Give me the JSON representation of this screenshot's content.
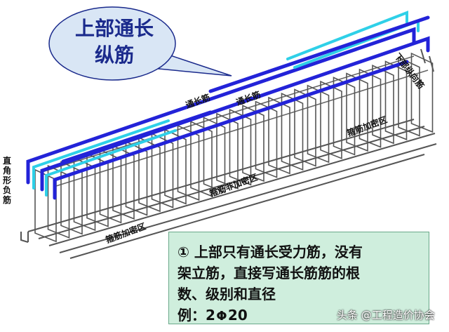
{
  "callout": {
    "line1": "上部通长",
    "line2": "纵筋"
  },
  "labels": {
    "top_through_1": "通长筋",
    "top_through_2": "通长筋",
    "bottom_longitudinal": "下部纵向筋",
    "right_angle_neg": "直角形负筋",
    "stirrup_dense_left": "箍筋加密区",
    "stirrup_nondense": "箍筋非加密区",
    "stirrup_dense_right": "箍筋加密区"
  },
  "note": {
    "line1": "① 上部只有通长受力筋，没有",
    "line2": "架立筋，直接写通长筋筋的根",
    "line3": "数、级别和直径",
    "example_prefix": "例：2",
    "example_suffix": "20"
  },
  "watermark": "头条 @工程造价协会",
  "colors": {
    "blue_bar": "#2323d8",
    "cyan_bar": "#2fd0e8",
    "note_bg": "#cfeedd",
    "callout_bg": "#d9e6f5"
  }
}
